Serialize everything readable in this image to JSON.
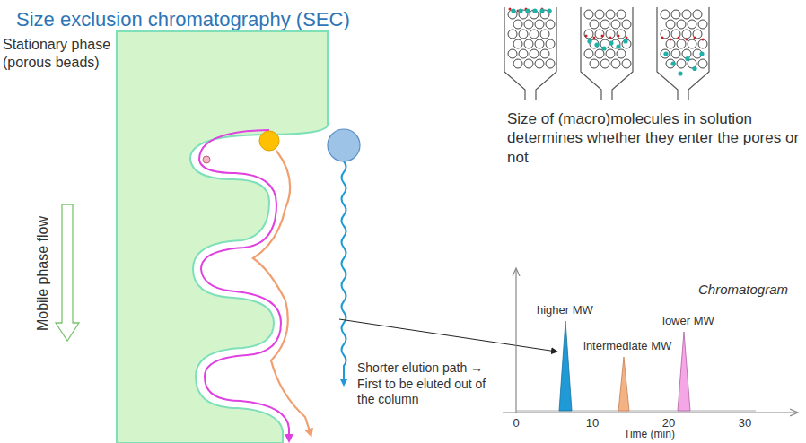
{
  "diagram": {
    "title": "Size exclusion chromatography (SEC)",
    "labels": [
      "Stationary phase (porous beads)",
      "Mobile phase flow",
      "Size of (macro)molecules in solution determines whether they enter the pores or not",
      "Chromatogram",
      "higher MW",
      "intermediate MW",
      "lower MW",
      "Shorter elution path → First to be eluted out of the column",
      "0",
      "10",
      "20",
      "30",
      "Time (min)"
    ]
  }
}
